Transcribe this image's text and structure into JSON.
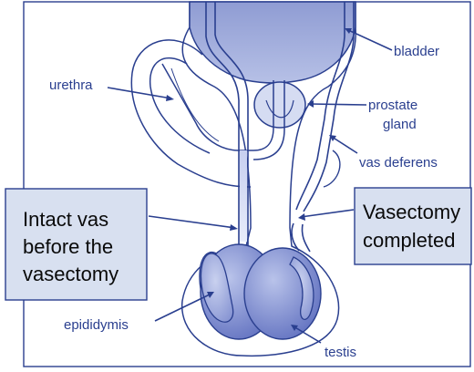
{
  "labels": {
    "bladder": "bladder",
    "urethra": "urethra",
    "prostate_line1": "prostate",
    "prostate_line2": "gland",
    "vas_deferens": "vas deferens",
    "epididymis": "epididymis",
    "testis": "testis"
  },
  "callouts": {
    "left": {
      "line1": "Intact vas",
      "line2": "before the",
      "line3": "vasectomy"
    },
    "right": {
      "line1": "Vasectomy",
      "line2": "completed"
    }
  },
  "colors": {
    "organ_fill": "#a9b4dd",
    "organ_light": "#dfe4f4",
    "outline": "#2a3f8f",
    "callout_bg": "#d8e0f0",
    "frame": "#2a3f8f"
  }
}
